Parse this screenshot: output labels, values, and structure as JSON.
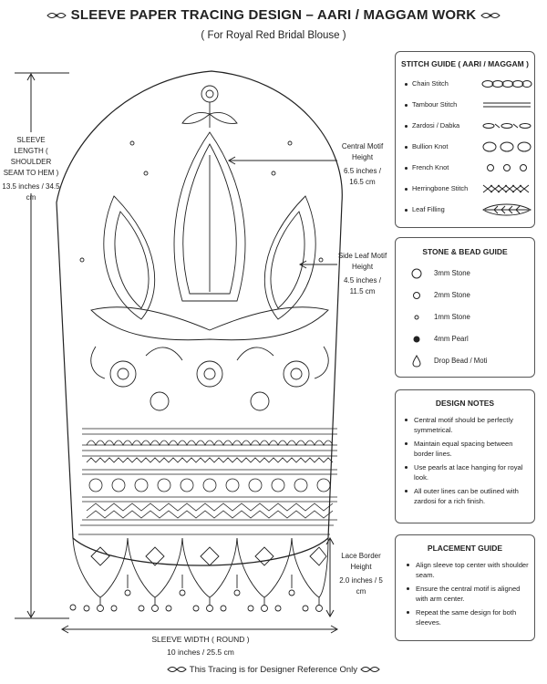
{
  "header": {
    "title": "SLEEVE PAPER TRACING DESIGN – AARI / MAGGAM WORK",
    "subtitle": "( For Royal Red Bridal Blouse )"
  },
  "dimensions": {
    "sleeve_length": {
      "label": "SLEEVE LENGTH ( SHOULDER SEAM TO HEM )",
      "value": "13.5 inches / 34.5 cm"
    },
    "central_motif": {
      "label": "Central Motif Height",
      "value": "6.5 inches / 16.5 cm"
    },
    "side_leaf": {
      "label": "Side Leaf Motif Height",
      "value": "4.5 inches / 11.5 cm"
    },
    "lace_border": {
      "label": "Lace Border Height",
      "value": "2.0 inches / 5 cm"
    },
    "sleeve_width": {
      "label": "SLEEVE WIDTH ( ROUND )",
      "value": "10 inches / 25.5 cm"
    }
  },
  "stitch_guide": {
    "title": "STITCH GUIDE ( AARI / MAGGAM )",
    "items": [
      {
        "label": "Chain Stitch",
        "icon": "chain-stitch-icon"
      },
      {
        "label": "Tambour Stitch",
        "icon": "tambour-stitch-icon"
      },
      {
        "label": "Zardosi / Dabka",
        "icon": "zardosi-icon"
      },
      {
        "label": "Bullion Knot",
        "icon": "bullion-knot-icon"
      },
      {
        "label": "French Knot",
        "icon": "french-knot-icon"
      },
      {
        "label": "Herringbone Stitch",
        "icon": "herringbone-icon"
      },
      {
        "label": "Leaf Filling",
        "icon": "leaf-filling-icon"
      }
    ]
  },
  "stone_guide": {
    "title": "STONE & BEAD GUIDE",
    "items": [
      {
        "label": "3mm Stone",
        "icon": "stone-3mm-icon"
      },
      {
        "label": "2mm Stone",
        "icon": "stone-2mm-icon"
      },
      {
        "label": "1mm Stone",
        "icon": "stone-1mm-icon"
      },
      {
        "label": "4mm Pearl",
        "icon": "pearl-icon"
      },
      {
        "label": "Drop Bead / Moti",
        "icon": "drop-bead-icon"
      }
    ]
  },
  "design_notes": {
    "title": "DESIGN NOTES",
    "items": [
      "Central motif should be perfectly symmetrical.",
      "Maintain equal spacing between border lines.",
      "Use pearls at lace hanging for royal look.",
      "All outer lines can be outlined with zardosi for a rich finish."
    ]
  },
  "placement_guide": {
    "title": "PLACEMENT GUIDE",
    "items": [
      "Align sleeve top center with shoulder seam.",
      "Ensure the central motif is aligned with arm center.",
      "Repeat the same design for both sleeves."
    ]
  },
  "footer": {
    "text": "This Tracing is for Designer Reference Only"
  },
  "colors": {
    "line": "#222222",
    "border": "#555555",
    "background": "#ffffff"
  }
}
